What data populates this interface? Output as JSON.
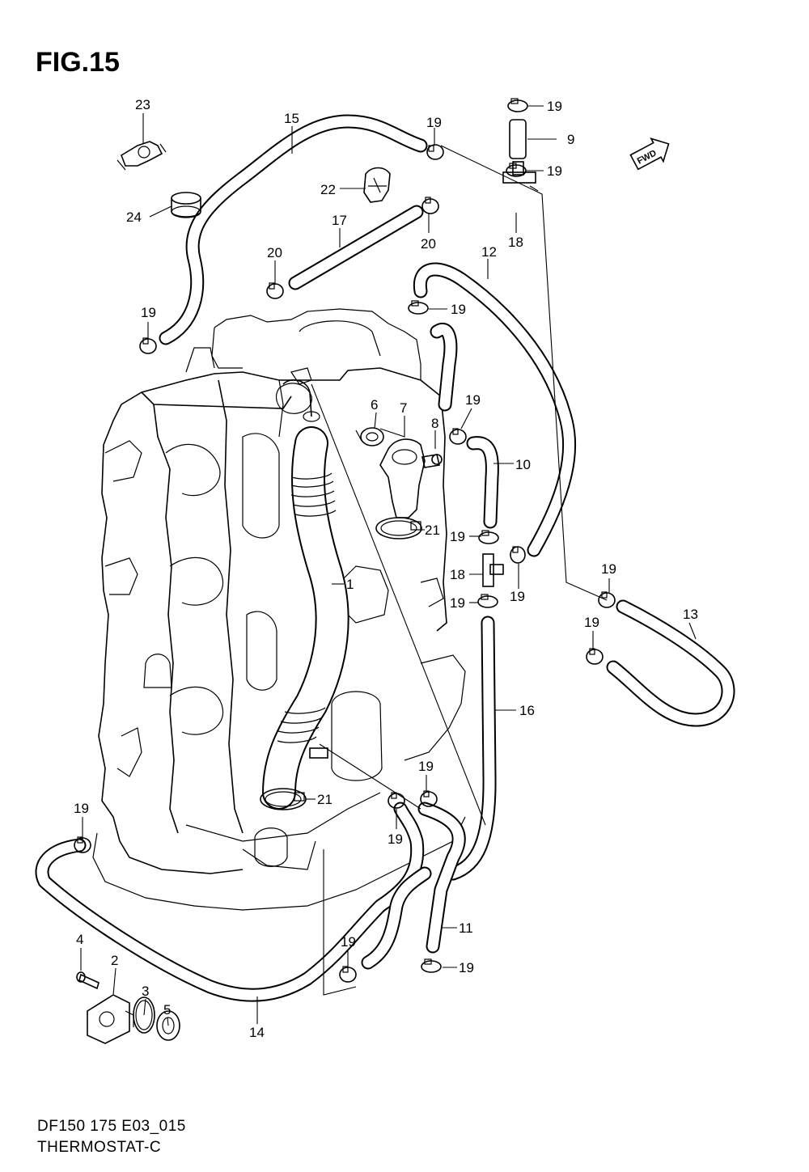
{
  "figure": {
    "title": "FIG.15",
    "code": "DF150 175 E03_015",
    "name": "THERMOSTAT-C",
    "direction_badge": "FWD"
  },
  "callouts": [
    {
      "id": "c-23",
      "label": "23"
    },
    {
      "id": "c-15",
      "label": "15"
    },
    {
      "id": "c-19a",
      "label": "19"
    },
    {
      "id": "c-19b",
      "label": "19"
    },
    {
      "id": "c-9",
      "label": "9"
    },
    {
      "id": "c-19c",
      "label": "19"
    },
    {
      "id": "c-22",
      "label": "22"
    },
    {
      "id": "c-24",
      "label": "24"
    },
    {
      "id": "c-17",
      "label": "17"
    },
    {
      "id": "c-20a",
      "label": "20"
    },
    {
      "id": "c-18a",
      "label": "18"
    },
    {
      "id": "c-20b",
      "label": "20"
    },
    {
      "id": "c-12",
      "label": "12"
    },
    {
      "id": "c-19d",
      "label": "19"
    },
    {
      "id": "c-19e",
      "label": "19"
    },
    {
      "id": "c-6",
      "label": "6"
    },
    {
      "id": "c-7",
      "label": "7"
    },
    {
      "id": "c-19f",
      "label": "19"
    },
    {
      "id": "c-8",
      "label": "8"
    },
    {
      "id": "c-10",
      "label": "10"
    },
    {
      "id": "c-21a",
      "label": "21"
    },
    {
      "id": "c-19g",
      "label": "19"
    },
    {
      "id": "c-18b",
      "label": "18"
    },
    {
      "id": "c-19h",
      "label": "19"
    },
    {
      "id": "c-19i",
      "label": "19"
    },
    {
      "id": "c-19j",
      "label": "19"
    },
    {
      "id": "c-1",
      "label": "1"
    },
    {
      "id": "c-13",
      "label": "13"
    },
    {
      "id": "c-19k",
      "label": "19"
    },
    {
      "id": "c-16",
      "label": "16"
    },
    {
      "id": "c-19l",
      "label": "19"
    },
    {
      "id": "c-21b",
      "label": "21"
    },
    {
      "id": "c-19m",
      "label": "19"
    },
    {
      "id": "c-19n",
      "label": "19"
    },
    {
      "id": "c-11",
      "label": "11"
    },
    {
      "id": "c-4",
      "label": "4"
    },
    {
      "id": "c-2",
      "label": "2"
    },
    {
      "id": "c-3",
      "label": "3"
    },
    {
      "id": "c-5",
      "label": "5"
    },
    {
      "id": "c-19o",
      "label": "19"
    },
    {
      "id": "c-19p",
      "label": "19"
    },
    {
      "id": "c-14",
      "label": "14"
    }
  ]
}
